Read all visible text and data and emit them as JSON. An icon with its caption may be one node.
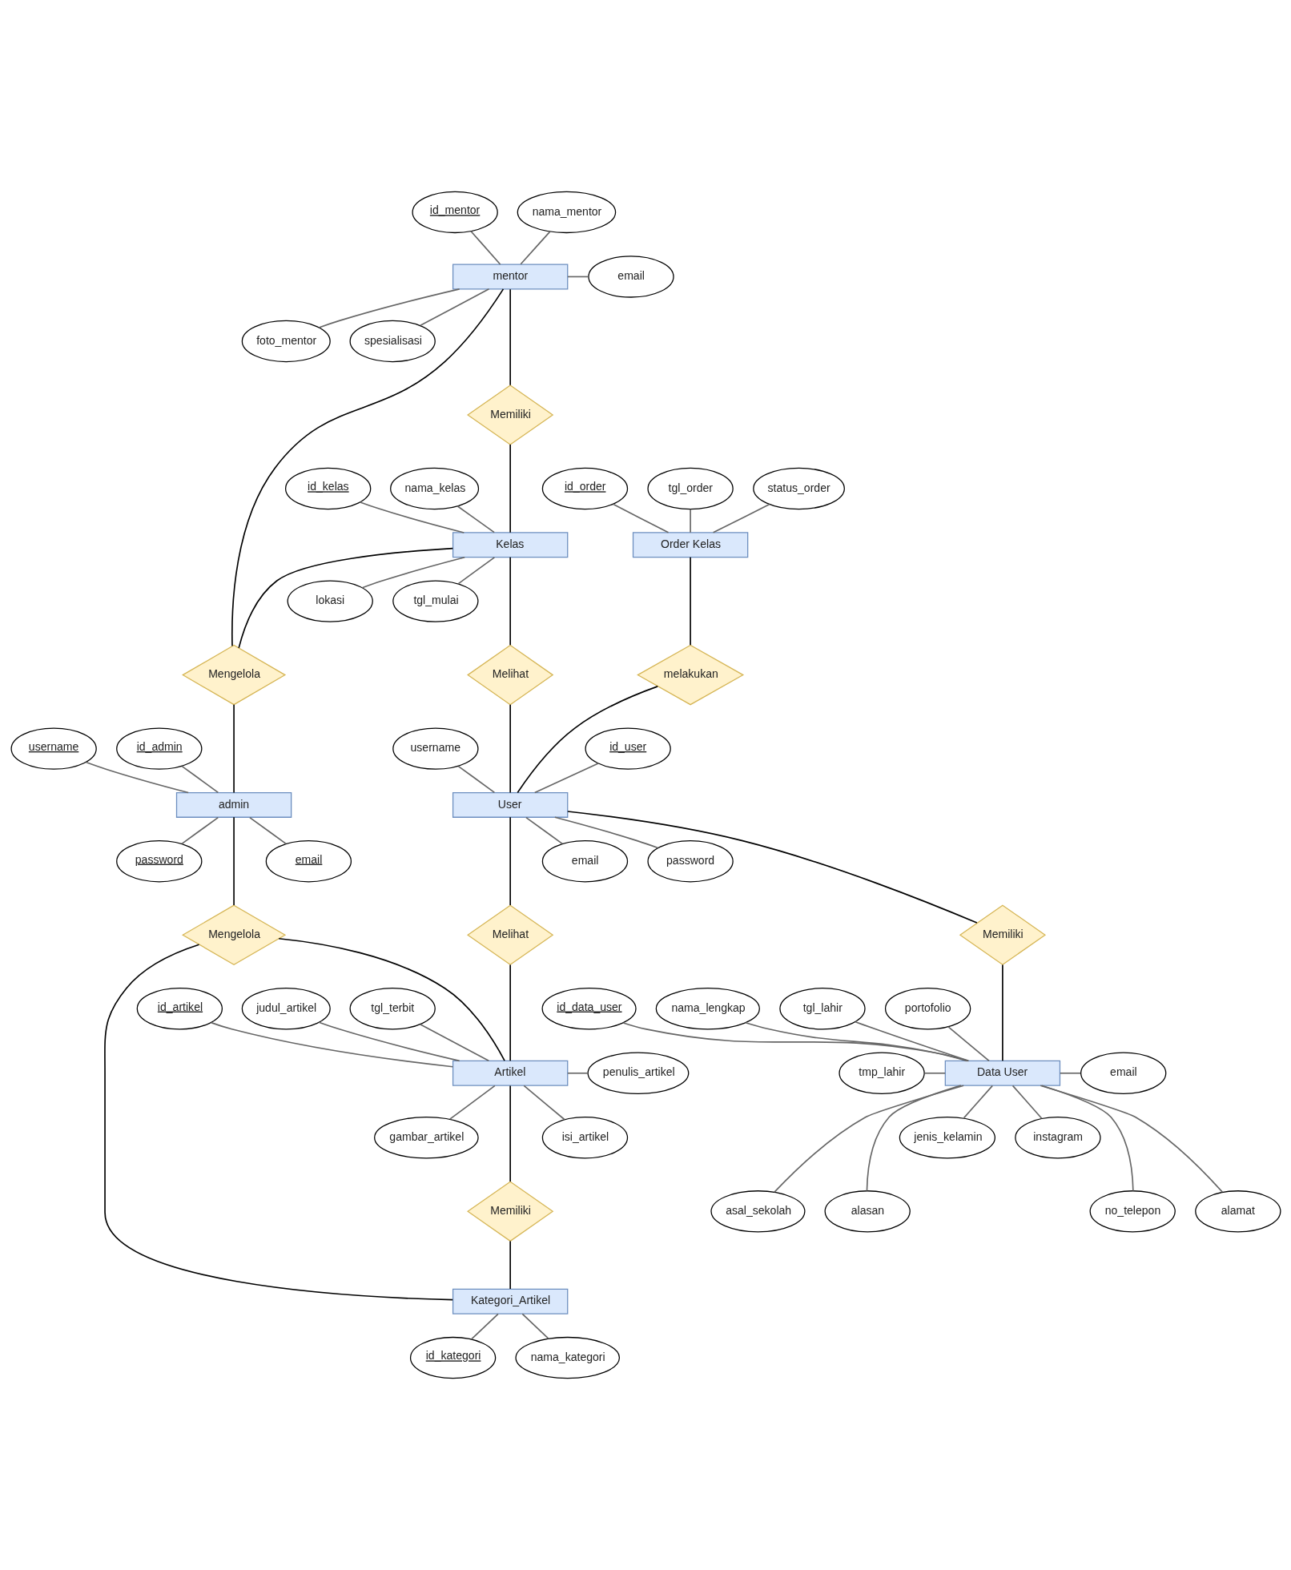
{
  "diagram": {
    "nodes": [
      {
        "text": [
          "id_mentor"
        ]
      },
      {
        "text": [
          "nama_mentor"
        ]
      },
      {
        "text": [
          "mentor"
        ]
      },
      {
        "text": [
          "email"
        ]
      },
      {
        "text": [
          "foto_mentor"
        ]
      },
      {
        "text": [
          "spesialisasi"
        ]
      },
      {
        "text": [
          "Memiliki"
        ]
      },
      {
        "text": [
          "status_order"
        ]
      },
      {
        "text": [
          "id_order"
        ]
      },
      {
        "text": [
          "tgl_order"
        ]
      },
      {
        "text": [
          "id_kelas"
        ]
      },
      {
        "text": [
          "nama_kelas"
        ]
      },
      {
        "text": [
          "Kelas"
        ]
      },
      {
        "text": [
          "Order Kelas"
        ]
      },
      {
        "text": [
          "lokasi"
        ]
      },
      {
        "text": [
          "tgl_mulai"
        ]
      },
      {
        "text": [
          "Mengelola"
        ]
      },
      {
        "text": [
          "Melihat"
        ]
      },
      {
        "text": [
          "melakukan"
        ]
      },
      {
        "text": [
          "id_admin"
        ]
      },
      {
        "text": [
          "username"
        ]
      },
      {
        "text": [
          "id_user"
        ]
      },
      {
        "text": [
          "username"
        ]
      },
      {
        "text": [
          "admin"
        ]
      },
      {
        "text": [
          "User"
        ]
      },
      {
        "text": [
          "email"
        ]
      },
      {
        "text": [
          "password"
        ]
      },
      {
        "text": [
          "email"
        ]
      },
      {
        "text": [
          "password"
        ]
      },
      {
        "text": [
          "Mengelola"
        ]
      },
      {
        "text": [
          "Melihat"
        ]
      },
      {
        "text": [
          "Memiliki"
        ]
      },
      {
        "text": [
          "id_artikel"
        ]
      },
      {
        "text": [
          "judul_artikel"
        ]
      },
      {
        "text": [
          "tgl_terbit"
        ]
      },
      {
        "text": [
          "Artikel"
        ]
      },
      {
        "text": [
          "penulis_artikel"
        ]
      },
      {
        "text": [
          "isi_artikel"
        ]
      },
      {
        "text": [
          "gambar_artikel"
        ]
      },
      {
        "text": [
          "id_data_user"
        ]
      },
      {
        "text": [
          "nama_lengkap"
        ]
      },
      {
        "text": [
          "tgl_lahir"
        ]
      },
      {
        "text": [
          "portofolio"
        ]
      },
      {
        "text": [
          "tmp_lahir"
        ]
      },
      {
        "text": [
          "Data User"
        ]
      },
      {
        "text": [
          "email"
        ]
      },
      {
        "text": [
          "jenis_kelamin"
        ]
      },
      {
        "text": [
          "instagram"
        ]
      },
      {
        "text": [
          "no_telepon"
        ]
      },
      {
        "text": [
          "alamat"
        ]
      },
      {
        "text": [
          "asal_sekolah"
        ]
      },
      {
        "text": [
          "alasan"
        ]
      },
      {
        "text": [
          "Memiliki"
        ]
      },
      {
        "text": [
          "Kategori_Artikel"
        ]
      },
      {
        "text": [
          "id_kategori"
        ]
      },
      {
        "text": [
          "nama_kategori"
        ]
      }
    ],
    "edges": [
      {
        "from": 0,
        "to": 2,
        "arrow": "none"
      },
      {
        "from": 1,
        "to": 2,
        "arrow": "none"
      },
      {
        "from": 2,
        "to": 3,
        "arrow": "none"
      },
      {
        "from": 2,
        "to": 4,
        "arrow": "none"
      },
      {
        "from": 2,
        "to": 5,
        "arrow": "none"
      },
      {
        "from": 10,
        "to": 12,
        "arrow": "none"
      },
      {
        "from": 11,
        "to": 12,
        "arrow": "none"
      },
      {
        "from": 12,
        "to": 14,
        "arrow": "none"
      },
      {
        "from": 12,
        "to": 15,
        "arrow": "none"
      },
      {
        "from": 7,
        "to": 13,
        "arrow": "none"
      },
      {
        "from": 8,
        "to": 13,
        "arrow": "none"
      },
      {
        "from": 9,
        "to": 13,
        "arrow": "none"
      },
      {
        "from": 19,
        "to": 23,
        "arrow": "none"
      },
      {
        "from": 20,
        "to": 23,
        "arrow": "none"
      },
      {
        "from": 23,
        "to": 25,
        "arrow": "none"
      },
      {
        "from": 23,
        "to": 26,
        "arrow": "none"
      },
      {
        "from": 21,
        "to": 24,
        "arrow": "none"
      },
      {
        "from": 22,
        "to": 24,
        "arrow": "none"
      },
      {
        "from": 24,
        "to": 27,
        "arrow": "none"
      },
      {
        "from": 24,
        "to": 28,
        "arrow": "none"
      },
      {
        "from": 32,
        "to": 35,
        "arrow": "none"
      },
      {
        "from": 33,
        "to": 35,
        "arrow": "none"
      },
      {
        "from": 34,
        "to": 35,
        "arrow": "none"
      },
      {
        "from": 35,
        "to": 36,
        "arrow": "none"
      },
      {
        "from": 35,
        "to": 37,
        "arrow": "none"
      },
      {
        "from": 35,
        "to": 38,
        "arrow": "none"
      },
      {
        "from": 39,
        "to": 44,
        "arrow": "none"
      },
      {
        "from": 40,
        "to": 44,
        "arrow": "none"
      },
      {
        "from": 41,
        "to": 44,
        "arrow": "none"
      },
      {
        "from": 42,
        "to": 44,
        "arrow": "none"
      },
      {
        "from": 43,
        "to": 44,
        "arrow": "none"
      },
      {
        "from": 44,
        "to": 45,
        "arrow": "none"
      },
      {
        "from": 44,
        "to": 46,
        "arrow": "none"
      },
      {
        "from": 44,
        "to": 47,
        "arrow": "none"
      },
      {
        "from": 44,
        "to": 48,
        "arrow": "none"
      },
      {
        "from": 44,
        "to": 49,
        "arrow": "none"
      },
      {
        "from": 44,
        "to": 50,
        "arrow": "none"
      },
      {
        "from": 44,
        "to": 51,
        "arrow": "none"
      },
      {
        "from": 53,
        "to": 54,
        "arrow": "none"
      },
      {
        "from": 53,
        "to": 55,
        "arrow": "none"
      },
      {
        "from": 2,
        "to": 6,
        "arrow": "none",
        "color": "#000000"
      },
      {
        "from": 6,
        "to": 12,
        "arrow": "none",
        "color": "#000000"
      },
      {
        "from": 2,
        "to": 16,
        "arrow": "none",
        "color": "#000000"
      },
      {
        "from": 12,
        "to": 16,
        "arrow": "none",
        "color": "#000000"
      },
      {
        "from": 16,
        "to": 23,
        "arrow": "none",
        "color": "#000000"
      },
      {
        "from": 12,
        "to": 17,
        "arrow": "none",
        "color": "#000000"
      },
      {
        "from": 17,
        "to": 24,
        "arrow": "none",
        "color": "#000000"
      },
      {
        "from": 13,
        "to": 18,
        "arrow": "none",
        "color": "#000000"
      },
      {
        "from": 18,
        "to": 24,
        "arrow": "none",
        "color": "#000000"
      },
      {
        "from": 23,
        "to": 29,
        "arrow": "none",
        "color": "#000000"
      },
      {
        "from": 29,
        "to": 35,
        "arrow": "none",
        "color": "#000000"
      },
      {
        "from": 29,
        "to": 53,
        "arrow": "none",
        "color": "#000000"
      },
      {
        "from": 24,
        "to": 30,
        "arrow": "none",
        "color": "#000000"
      },
      {
        "from": 30,
        "to": 35,
        "arrow": "none",
        "color": "#000000"
      },
      {
        "from": 24,
        "to": 31,
        "arrow": "none",
        "color": "#000000"
      },
      {
        "from": 31,
        "to": 44,
        "arrow": "none",
        "color": "#000000"
      },
      {
        "from": 35,
        "to": 52,
        "arrow": "none",
        "color": "#000000"
      },
      {
        "from": 52,
        "to": 53,
        "arrow": "none",
        "color": "#000000"
      }
    ]
  }
}
